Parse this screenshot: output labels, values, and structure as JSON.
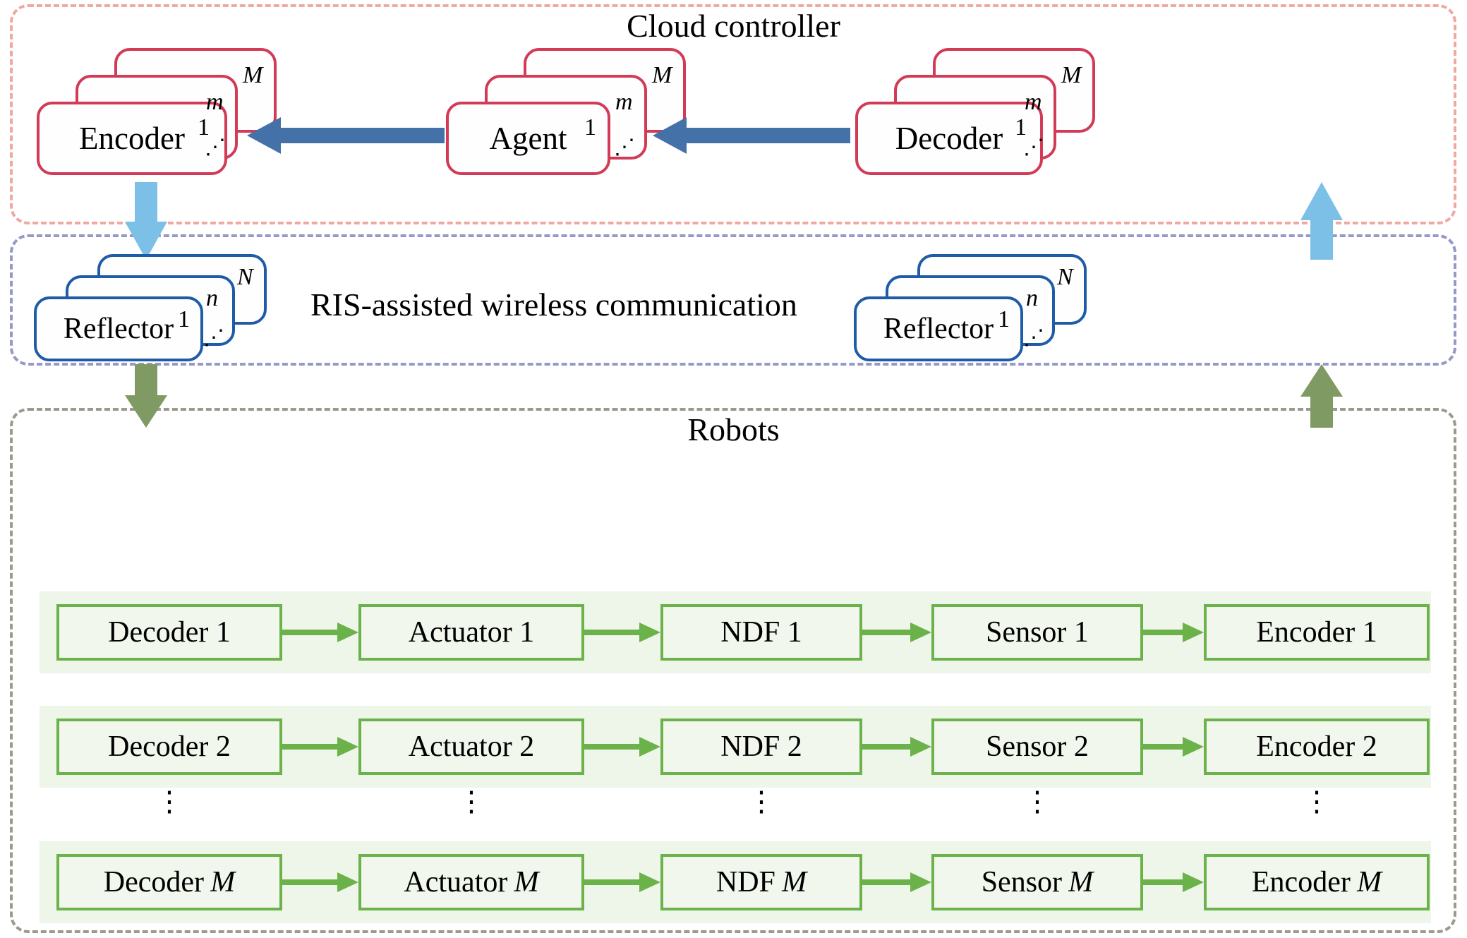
{
  "layers": {
    "cloud": {
      "title": "Cloud controller",
      "border_color": "#efa9a1"
    },
    "ris": {
      "title": "RIS-assisted wireless communication",
      "border_color": "#9699c6"
    },
    "robots": {
      "title": "Robots",
      "border_color": "#9a9a8f"
    }
  },
  "stacks": [
    {
      "name": "encoder-stack",
      "label": "Encoder",
      "indices": [
        "1",
        "m",
        "M"
      ],
      "color": "#d23a56",
      "dots": "⋰"
    },
    {
      "name": "agent-stack",
      "label": "Agent",
      "indices": [
        "1",
        "m",
        "M"
      ],
      "color": "#d23a56",
      "dots": "⋰"
    },
    {
      "name": "decoder-stack",
      "label": "Decoder",
      "indices": [
        "1",
        "m",
        "M"
      ],
      "color": "#d23a56",
      "dots": "⋰"
    },
    {
      "name": "reflector-left",
      "label": "Reflector",
      "indices": [
        "1",
        "n",
        "N"
      ],
      "color": "#1f5ca8",
      "dots": "⋰"
    },
    {
      "name": "reflector-right",
      "label": "Reflector",
      "indices": [
        "1",
        "n",
        "N"
      ],
      "color": "#1f5ca8",
      "dots": "⋰"
    }
  ],
  "flow_arrows": [
    {
      "name": "decoder-to-agent-arrow",
      "direction": "left",
      "color": "#4472a8"
    },
    {
      "name": "agent-to-encoder-arrow",
      "direction": "left",
      "color": "#4472a8"
    },
    {
      "name": "encoder-to-ris-arrow",
      "direction": "down",
      "color": "#7cc0e8"
    },
    {
      "name": "ris-to-decoder-arrow",
      "direction": "up",
      "color": "#7cc0e8"
    },
    {
      "name": "ris-to-robots-arrow",
      "direction": "down",
      "color": "#7f9b63"
    },
    {
      "name": "robots-to-ris-arrow",
      "direction": "up",
      "color": "#7f9b63"
    }
  ],
  "robots": {
    "columns": [
      "Decoder",
      "Actuator",
      "NDF",
      "Sensor",
      "Encoder"
    ],
    "rows": [
      {
        "index": "1",
        "italic": false,
        "cells": [
          "Decoder 1",
          "Actuator 1",
          "NDF 1",
          "Sensor 1",
          "Encoder 1"
        ]
      },
      {
        "index": "2",
        "italic": false,
        "cells": [
          "Decoder 2",
          "Actuator 2",
          "NDF 2",
          "Sensor 2",
          "Encoder 2"
        ]
      },
      {
        "index": "M",
        "italic": true,
        "cells": [
          "Decoder M",
          "Actuator M",
          "NDF M",
          "Sensor M",
          "Encoder M"
        ]
      }
    ],
    "ellipsis": "⋮",
    "box_border_color": "#6cb24a",
    "row_background": "#eef5e9",
    "arrow_color": "#6cb24a"
  },
  "colors": {
    "red_card": "#d23a56",
    "blue_card": "#1f5ca8",
    "dark_blue_arrow": "#4472a8",
    "light_blue_arrow": "#7cc0e8",
    "green_arrow": "#7f9b63",
    "green_box": "#6cb24a"
  }
}
